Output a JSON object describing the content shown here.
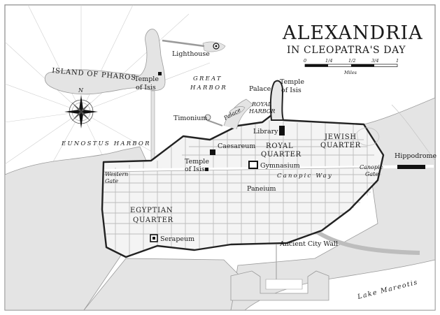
{
  "title": {
    "line1": "ALEXANDRIA",
    "line2": "IN CLEOPATRA'S DAY"
  },
  "scale": {
    "ticks": [
      "0",
      "1/4",
      "1/2",
      "3/4",
      "1"
    ],
    "unit": "Miles"
  },
  "labels": {
    "island_of_pharos": "ISLAND OF PHAROS",
    "lighthouse": "Lighthouse",
    "temple_isis_pharos_1": "Temple",
    "temple_isis_pharos_2": "of Isis",
    "great_harbor_1": "GREAT",
    "great_harbor_2": "HARBOR",
    "palace": "Palace",
    "temple_isis_lochias_1": "Temple",
    "temple_isis_lochias_2": "of Isis",
    "timonium": "Timonium",
    "royal_harbor_1": "ROYAL",
    "royal_harbor_2": "HARBOR",
    "palace_islet": "Palace",
    "eunostus_harbor": "EUNOSTUS HARBOR",
    "library": "Library",
    "caesareum": "Caesareum",
    "royal_quarter_1": "ROYAL",
    "royal_quarter_2": "QUARTER",
    "jewish_quarter_1": "JEWISH",
    "jewish_quarter_2": "QUARTER",
    "hippodrome": "Hippodrome",
    "temple_isis_city_1": "Temple",
    "temple_isis_city_2": "of Isis",
    "gymnasium": "Gymnasium",
    "canopic_way": "Canopic Way",
    "canopic_gate_1": "Canopic",
    "canopic_gate_2": "Gate",
    "western_gate_1": "Western",
    "western_gate_2": "Gate",
    "paneium": "Paneium",
    "egyptian_quarter_1": "EGYPTIAN",
    "egyptian_quarter_2": "QUARTER",
    "serapeum": "Serapeum",
    "ancient_city_wall": "Ancient City Wall",
    "lake_mareotis": "Lake Mareotis"
  },
  "compass": {
    "north": "N"
  },
  "colors": {
    "sea": "#ffffff",
    "land": "#e4e4e4",
    "city": "#f4f4f4",
    "ink": "#1a1a1a",
    "wall": "#222222",
    "street": "#bdbdbd"
  }
}
